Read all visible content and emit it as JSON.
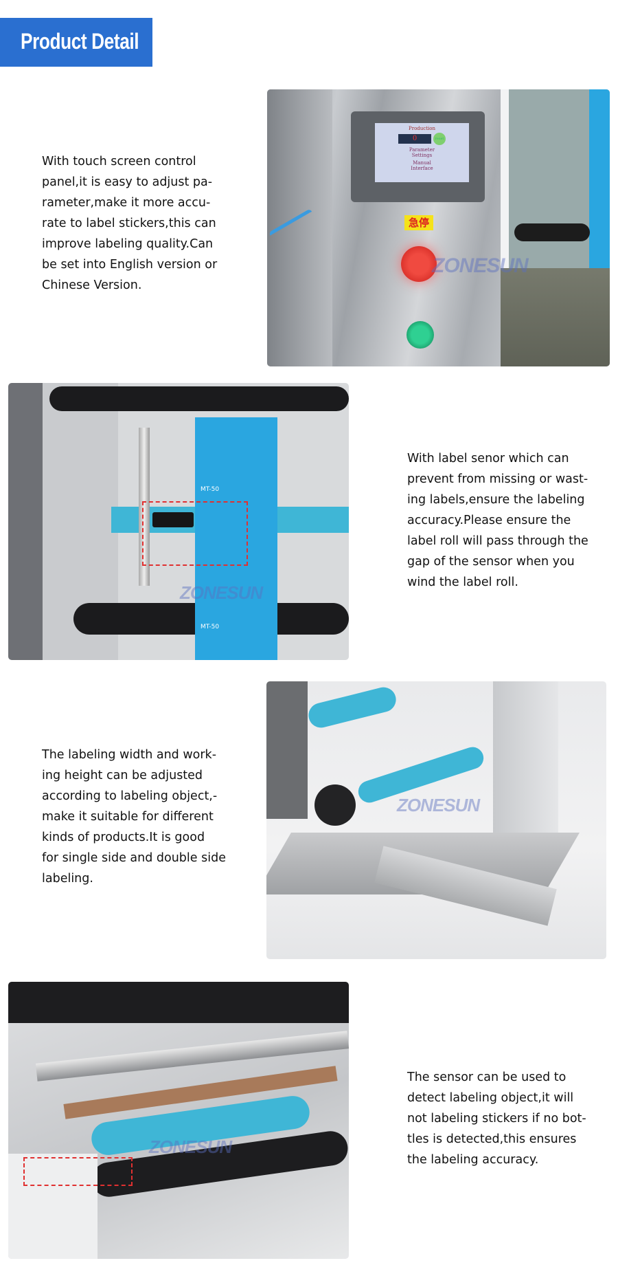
{
  "header": {
    "title": "Product Detail",
    "color": "#2a6fd0"
  },
  "sections": [
    {
      "text": "With touch screen control\npanel,it is easy to adjust pa-\nrameter,make it more accu-\nrate to label stickers,this can\nimprove labeling quality.Can\nbe set into English version or\nChinese Version.",
      "photo": {
        "screen_title": "Production",
        "counter": "0",
        "reset": "reset",
        "menu1": "Parameter\nSettings",
        "menu2": "Manual\nInterface",
        "stop_label": "急停"
      }
    },
    {
      "text": "With label senor which can\nprevent from missing or wast-\ning labels,ensure the labeling\naccuracy.Please ensure the\nlabel roll will pass through the\ngap of the sensor when you\nwind the label roll.",
      "photo": {
        "label_model": "MT-50"
      }
    },
    {
      "text": "The labeling width and work-\ning height can be adjusted\naccording to labeling object,-\nmake it suitable for different\nkinds of products.It is good\nfor single side and double side\nlabeling."
    },
    {
      "text": "The sensor can be used to\ndetect labeling object,it will\nnot labeling stickers if no bot-\ntles is detected,this ensures\nthe labeling accuracy."
    }
  ],
  "watermark": "ZONESUN",
  "colors": {
    "label_blue": "#2aa6e0",
    "roller_teal": "#3fb6d6",
    "stop_red": "#e0302a",
    "start_green": "#1fb37a",
    "sensor_box": "#e03030"
  }
}
